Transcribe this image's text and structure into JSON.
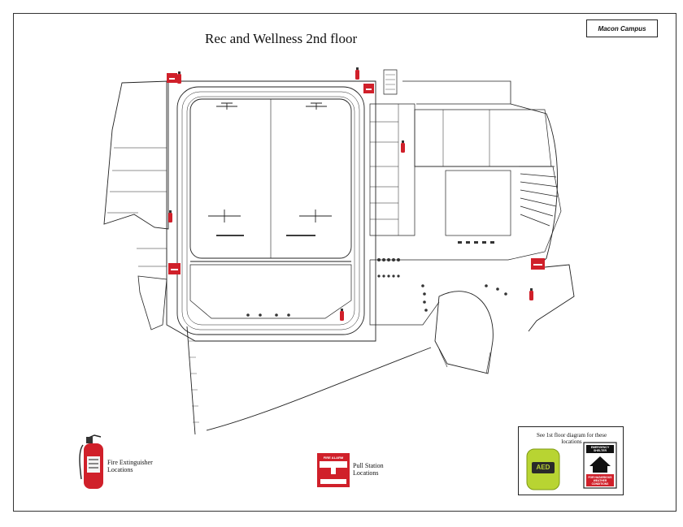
{
  "campus_label": "Macon Campus",
  "title": "Rec and Wellness 2nd floor",
  "legend": {
    "extinguisher_label": "Fire Extinguisher Locations",
    "pull_station_label": "Pull Station Locations",
    "pull_station_sign": "FIRE ALARM",
    "aed_note": "See 1st floor diagram for these locations",
    "aed_device_label": "AED",
    "shelter_sign_top": "EMERGENCY SHELTER",
    "shelter_sign_bottom": "FOR HAZARDOUS WEATHER CONDITIONS"
  },
  "icons": [
    "fire-extinguisher-icon",
    "pull-station-icon",
    "aed-icon",
    "emergency-shelter-sign-icon"
  ],
  "colors": {
    "alarm_red": "#d0202a",
    "aed_green": "#b8d432",
    "line": "#222222"
  }
}
